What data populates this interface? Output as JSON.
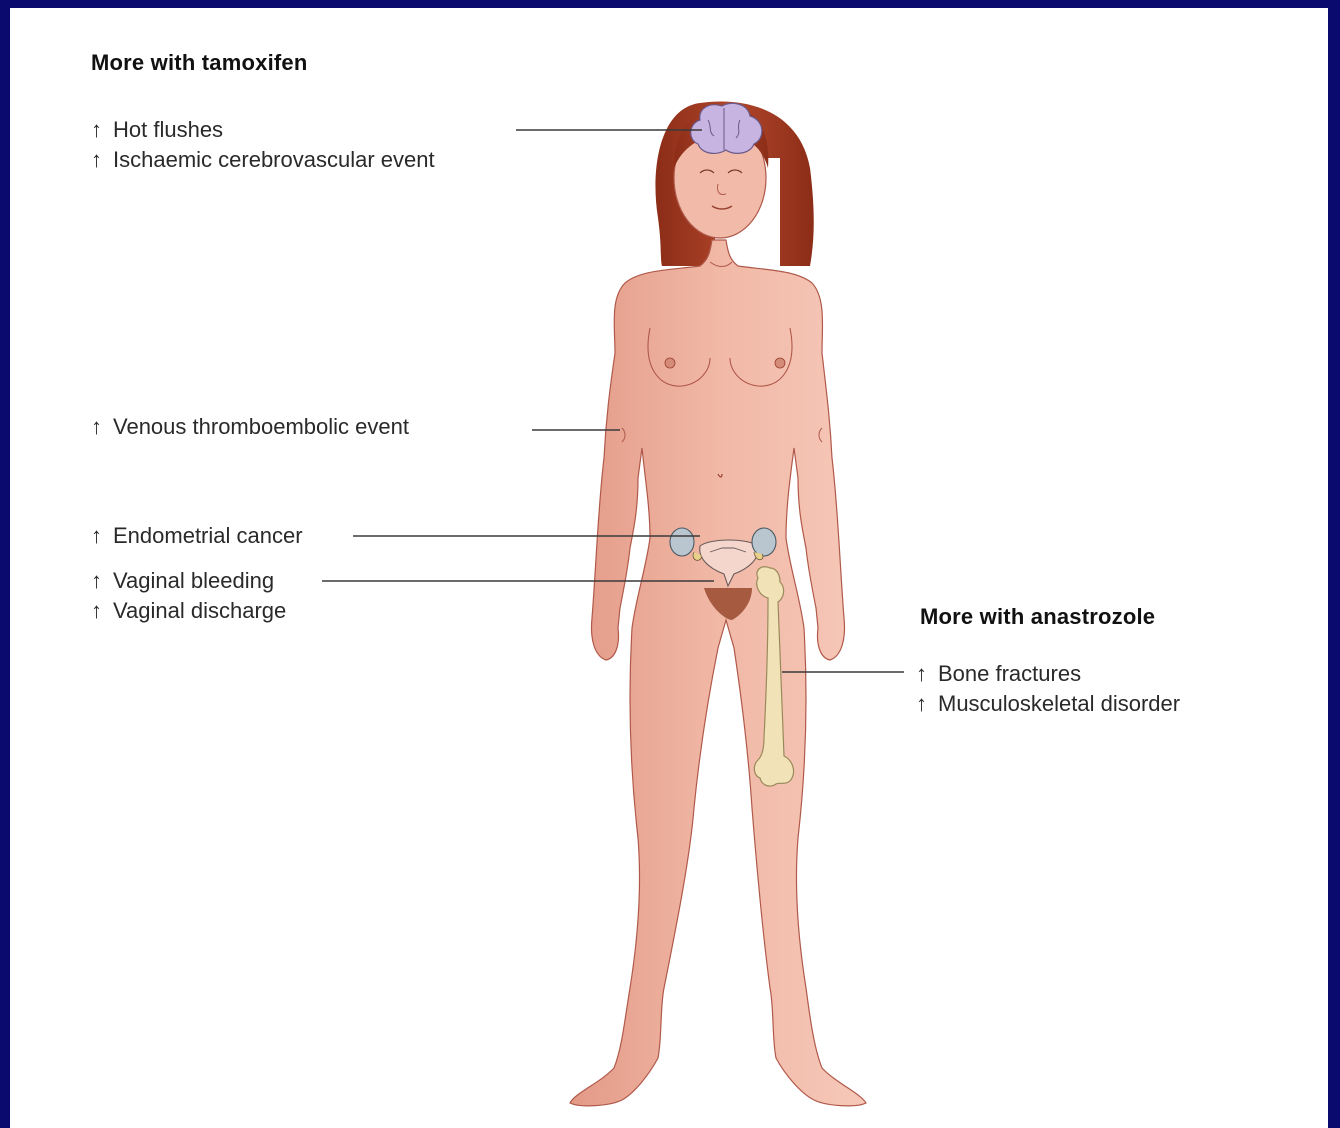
{
  "tamoxifen": {
    "heading": "More with tamoxifen",
    "items": [
      {
        "arrow": "↑",
        "text": "Hot flushes"
      },
      {
        "arrow": "↑",
        "text": "Ischaemic cerebrovascular event"
      },
      {
        "arrow": "↑",
        "text": "Venous thromboembolic event"
      },
      {
        "arrow": "↑",
        "text": "Endometrial cancer"
      },
      {
        "arrow": "↑",
        "text": "Vaginal bleeding"
      },
      {
        "arrow": "↑",
        "text": "Vaginal discharge"
      }
    ]
  },
  "anastrozole": {
    "heading": "More with anastrozole",
    "items": [
      {
        "arrow": "↑",
        "text": "Bone fractures"
      },
      {
        "arrow": "↑",
        "text": "Musculoskeletal disorder"
      }
    ]
  },
  "colors": {
    "border": "#0a0a6e",
    "skin": "#ecaa98",
    "hair": "#a33a22",
    "brain": "#c7b4e0",
    "bone": "#f1e2b8"
  }
}
